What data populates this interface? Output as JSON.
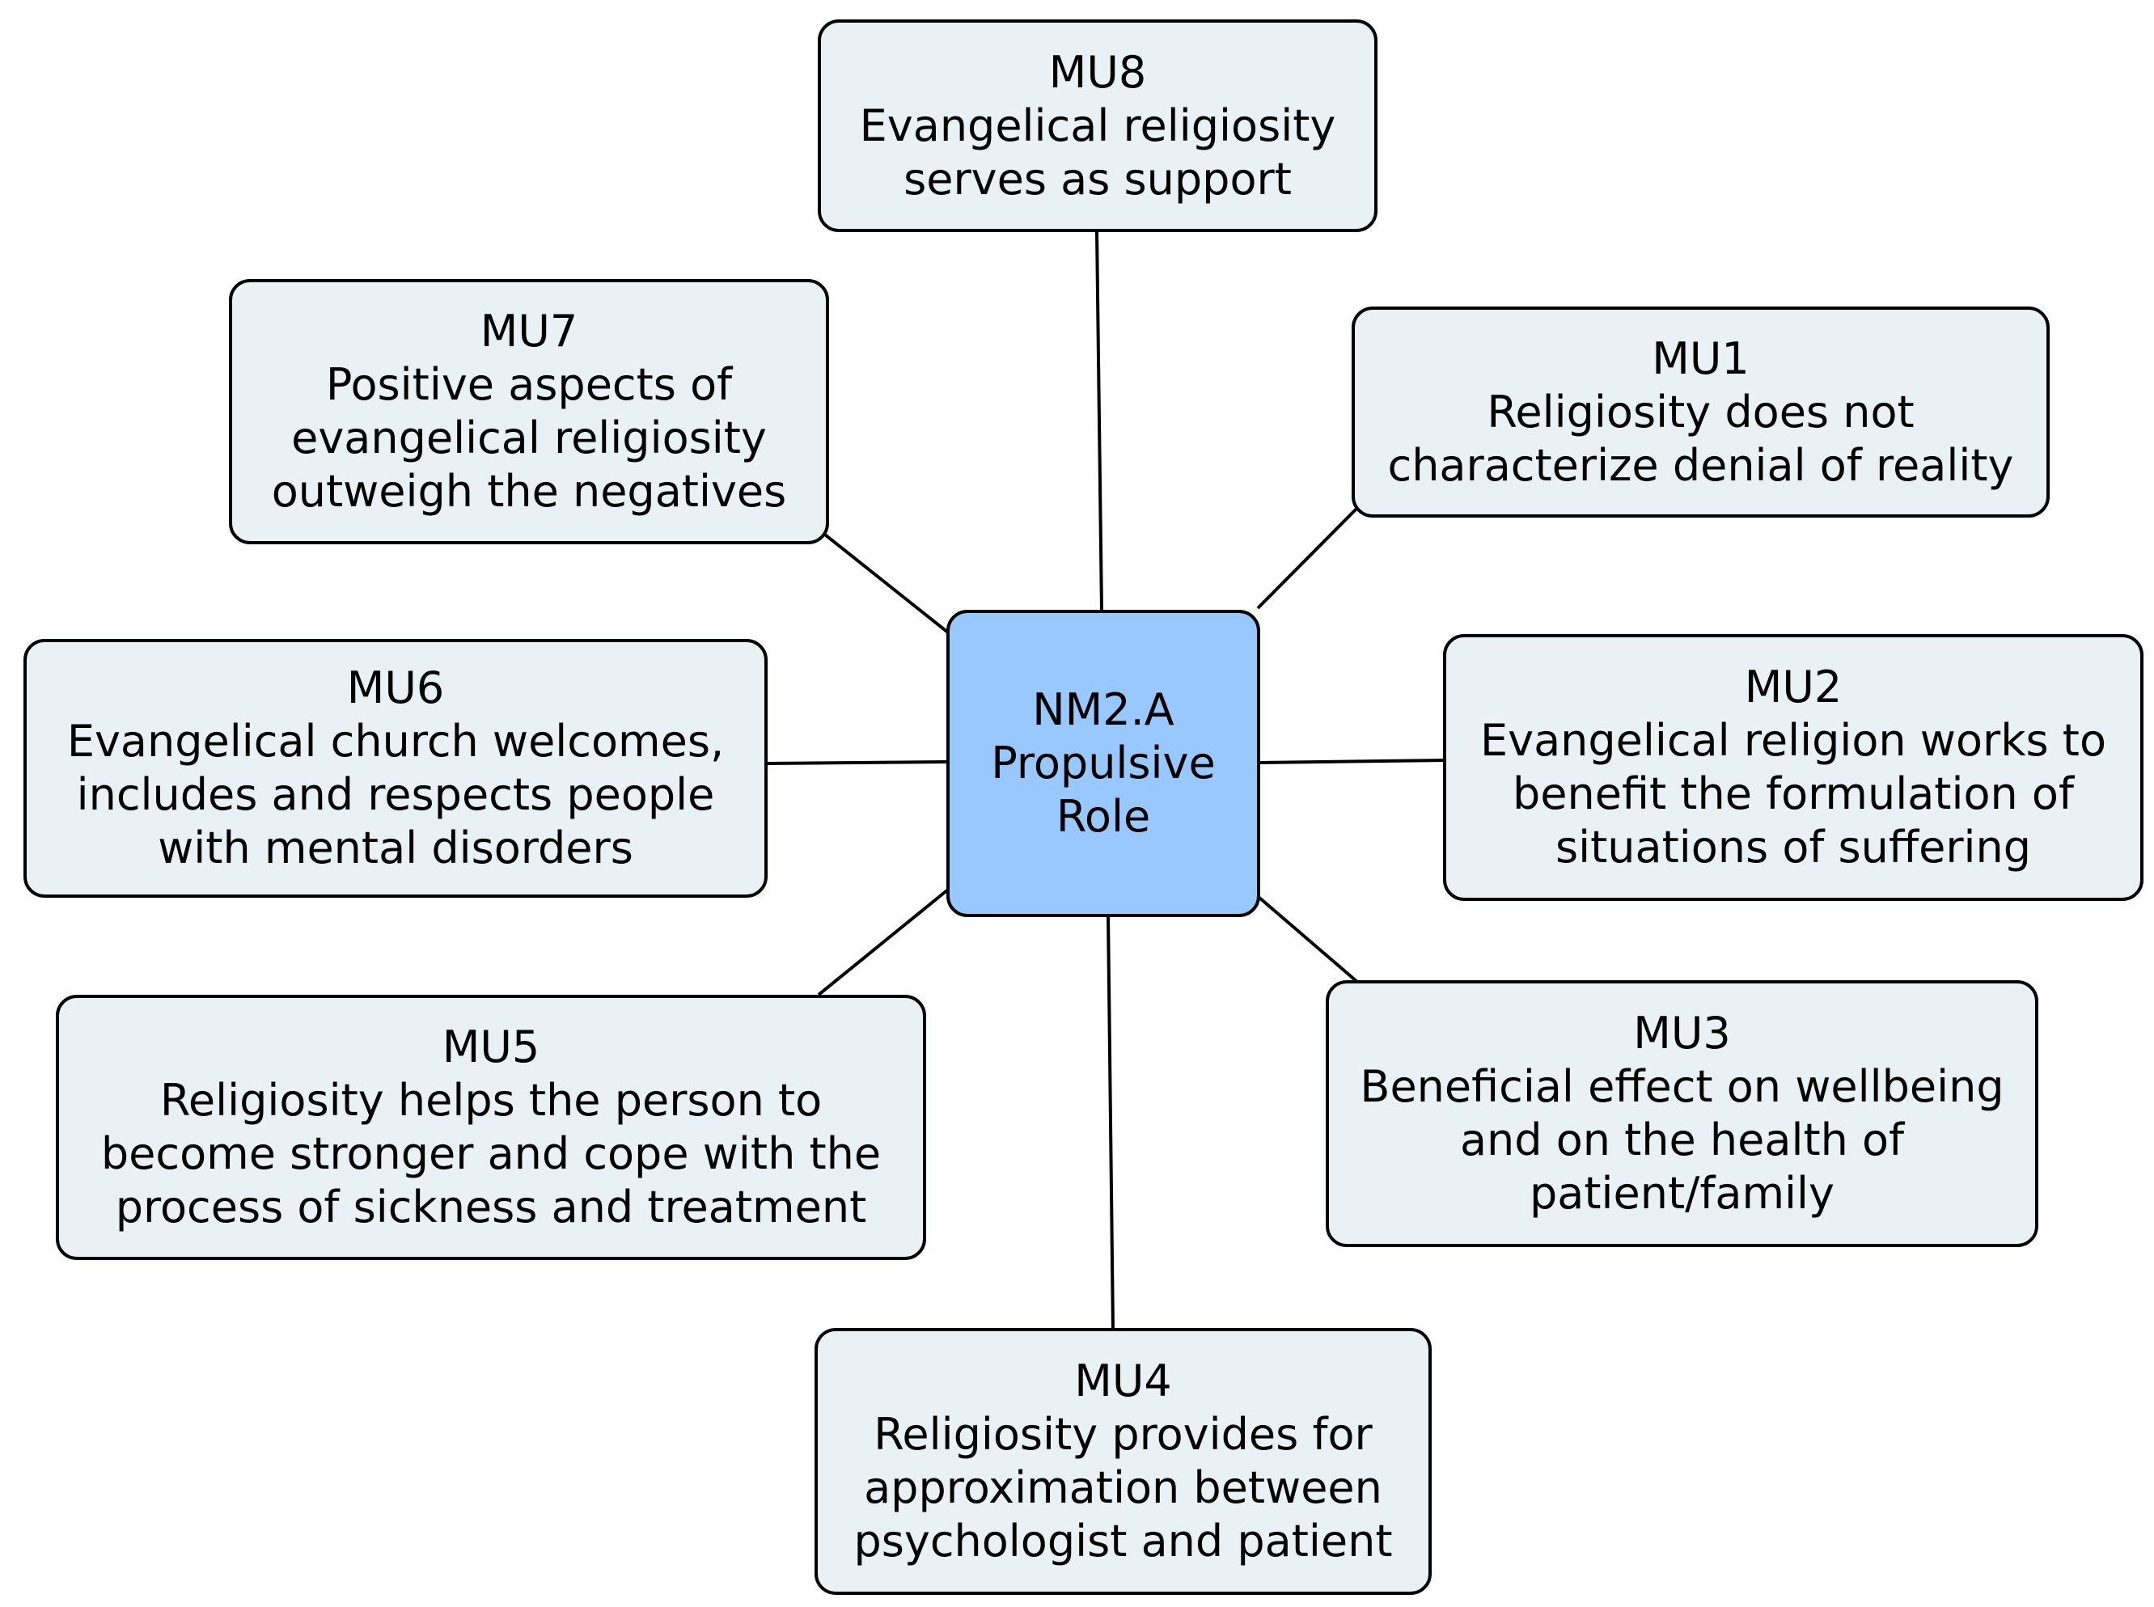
{
  "colors": {
    "center_fill": "#99c7ff",
    "node_fill": "#eaf1f4",
    "border": "#000000"
  },
  "center": {
    "id": "NM2.A",
    "title": "Propulsive\nRole"
  },
  "units": [
    {
      "id": "MU1",
      "text": "Religiosity does not\ncharacterize denial of reality"
    },
    {
      "id": "MU2",
      "text": "Evangelical religion works to\nbenefit the formulation of\nsituations of suffering"
    },
    {
      "id": "MU3",
      "text": "Beneficial effect on wellbeing\nand on the health of\npatient/family"
    },
    {
      "id": "MU4",
      "text": "Religiosity provides for\napproximation between\npsychologist and patient"
    },
    {
      "id": "MU5",
      "text": "Religiosity helps the person to\nbecome stronger and cope with the\nprocess of sickness and treatment"
    },
    {
      "id": "MU6",
      "text": "Evangelical church welcomes,\nincludes and respects people\nwith mental disorders"
    },
    {
      "id": "MU7",
      "text": "Positive aspects of\nevangelical religiosity\noutweigh the negatives"
    },
    {
      "id": "MU8",
      "text": "Evangelical religiosity\nserves as support"
    }
  ]
}
